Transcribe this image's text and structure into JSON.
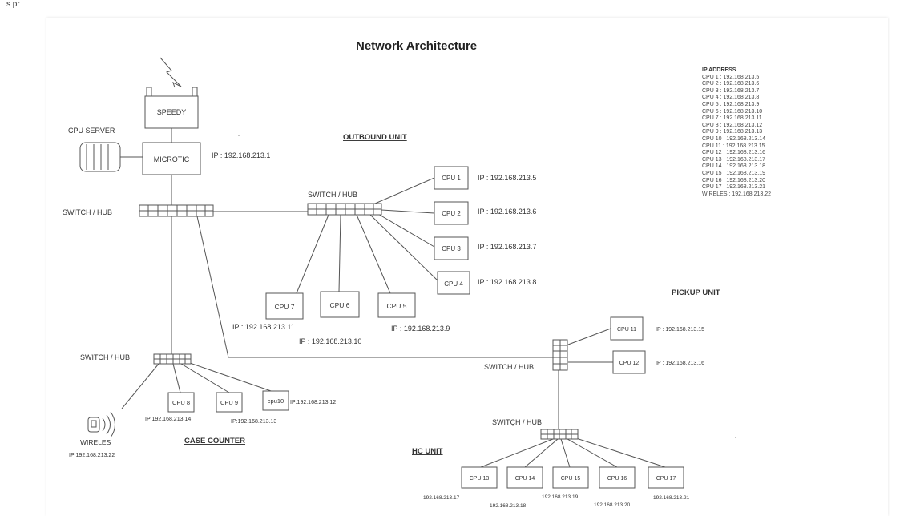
{
  "top_fragment": "s pr",
  "title": "Network Architecture",
  "labels": {
    "speedy": "SPEEDY",
    "microtic": "MICROTIC",
    "microtic_ip": "IP : 192.168.213.1",
    "cpu_server": "CPU SERVER",
    "main_switch": "SWITCH / HUB",
    "outbound_unit": "OUTBOUND UNIT",
    "outbound_switch": "SWITCH / HUB",
    "case_switch": "SWITCH / HUB",
    "case_counter": "CASE COUNTER",
    "pickup_unit": "PICKUP UNIT",
    "pickup_switch": "SWITCH / HUB",
    "hc_switch": "SWITCH / HUB",
    "hc_unit": "HC UNIT",
    "wireless": "WIRELES",
    "wireless_ip": "IP:192.168.213.22"
  },
  "outbound": {
    "cpu1": {
      "label": "CPU 1",
      "ip": "IP : 192.168.213.5"
    },
    "cpu2": {
      "label": "CPU 2",
      "ip": "IP : 192.168.213.6"
    },
    "cpu3": {
      "label": "CPU 3",
      "ip": "IP : 192.168.213.7"
    },
    "cpu4": {
      "label": "CPU 4",
      "ip": "IP : 192.168.213.8"
    },
    "cpu5": {
      "label": "CPU 5",
      "ip": "IP : 192.168.213.9"
    },
    "cpu6": {
      "label": "CPU 6",
      "ip": "IP : 192.168.213.10"
    },
    "cpu7": {
      "label": "CPU 7",
      "ip": "IP : 192.168.213.11"
    }
  },
  "case": {
    "cpu8": {
      "label": "CPU 8",
      "ip": "IP:192.168.213.14"
    },
    "cpu9": {
      "label": "CPU 9",
      "ip": "IP:192.168.213.13"
    },
    "cpu10": {
      "label": "cpu10",
      "ip": "IP:192.168.213.12"
    }
  },
  "pickup": {
    "cpu11": {
      "label": "CPU 11",
      "ip": "IP : 192.168.213.15"
    },
    "cpu12": {
      "label": "CPU 12",
      "ip": "IP : 192.168.213.16"
    }
  },
  "hc": {
    "cpu13": {
      "label": "CPU 13",
      "ip": "192.168.213.17"
    },
    "cpu14": {
      "label": "CPU 14",
      "ip": "192.168.213.18"
    },
    "cpu15": {
      "label": "CPU 15",
      "ip": "192.168.213.19"
    },
    "cpu16": {
      "label": "CPU 16",
      "ip": "192.168.213.20"
    },
    "cpu17": {
      "label": "CPU 17",
      "ip": "192.168.213.21"
    }
  },
  "ip_address_list": {
    "heading": "IP ADDRESS",
    "entries": [
      "CPU 1 : 192.168.213.5",
      "CPU 2 : 192.168.213.6",
      "CPU 3 : 192.168.213.7",
      "CPU 4 : 192.168.213.8",
      "CPU 5 : 192.168.213.9",
      "CPU 6 : 192.168.213.10",
      "CPU 7 : 192.168.213.11",
      "CPU 8 : 192.168.213.12",
      "CPU 9 : 192.168.213.13",
      "CPU 10 : 192.168.213.14",
      "CPU 11 : 192.168.213.15",
      "CPU 12 : 192.168.213.16",
      "CPU 13 : 192.168.213.17",
      "CPU 14 : 192.168.213.18",
      "CPU 15 : 192.168.213.19",
      "CPU 16 : 192.168.213.20",
      "CPU 17 : 192.168.213.21",
      "WIRELES : 192.168.213.22"
    ]
  },
  "icons": {
    "lightning": "lightning-icon",
    "server": "server-icon",
    "wireless": "wireless-icon"
  },
  "colors": {
    "line": "#555555",
    "text": "#333333",
    "background": "#ffffff"
  }
}
